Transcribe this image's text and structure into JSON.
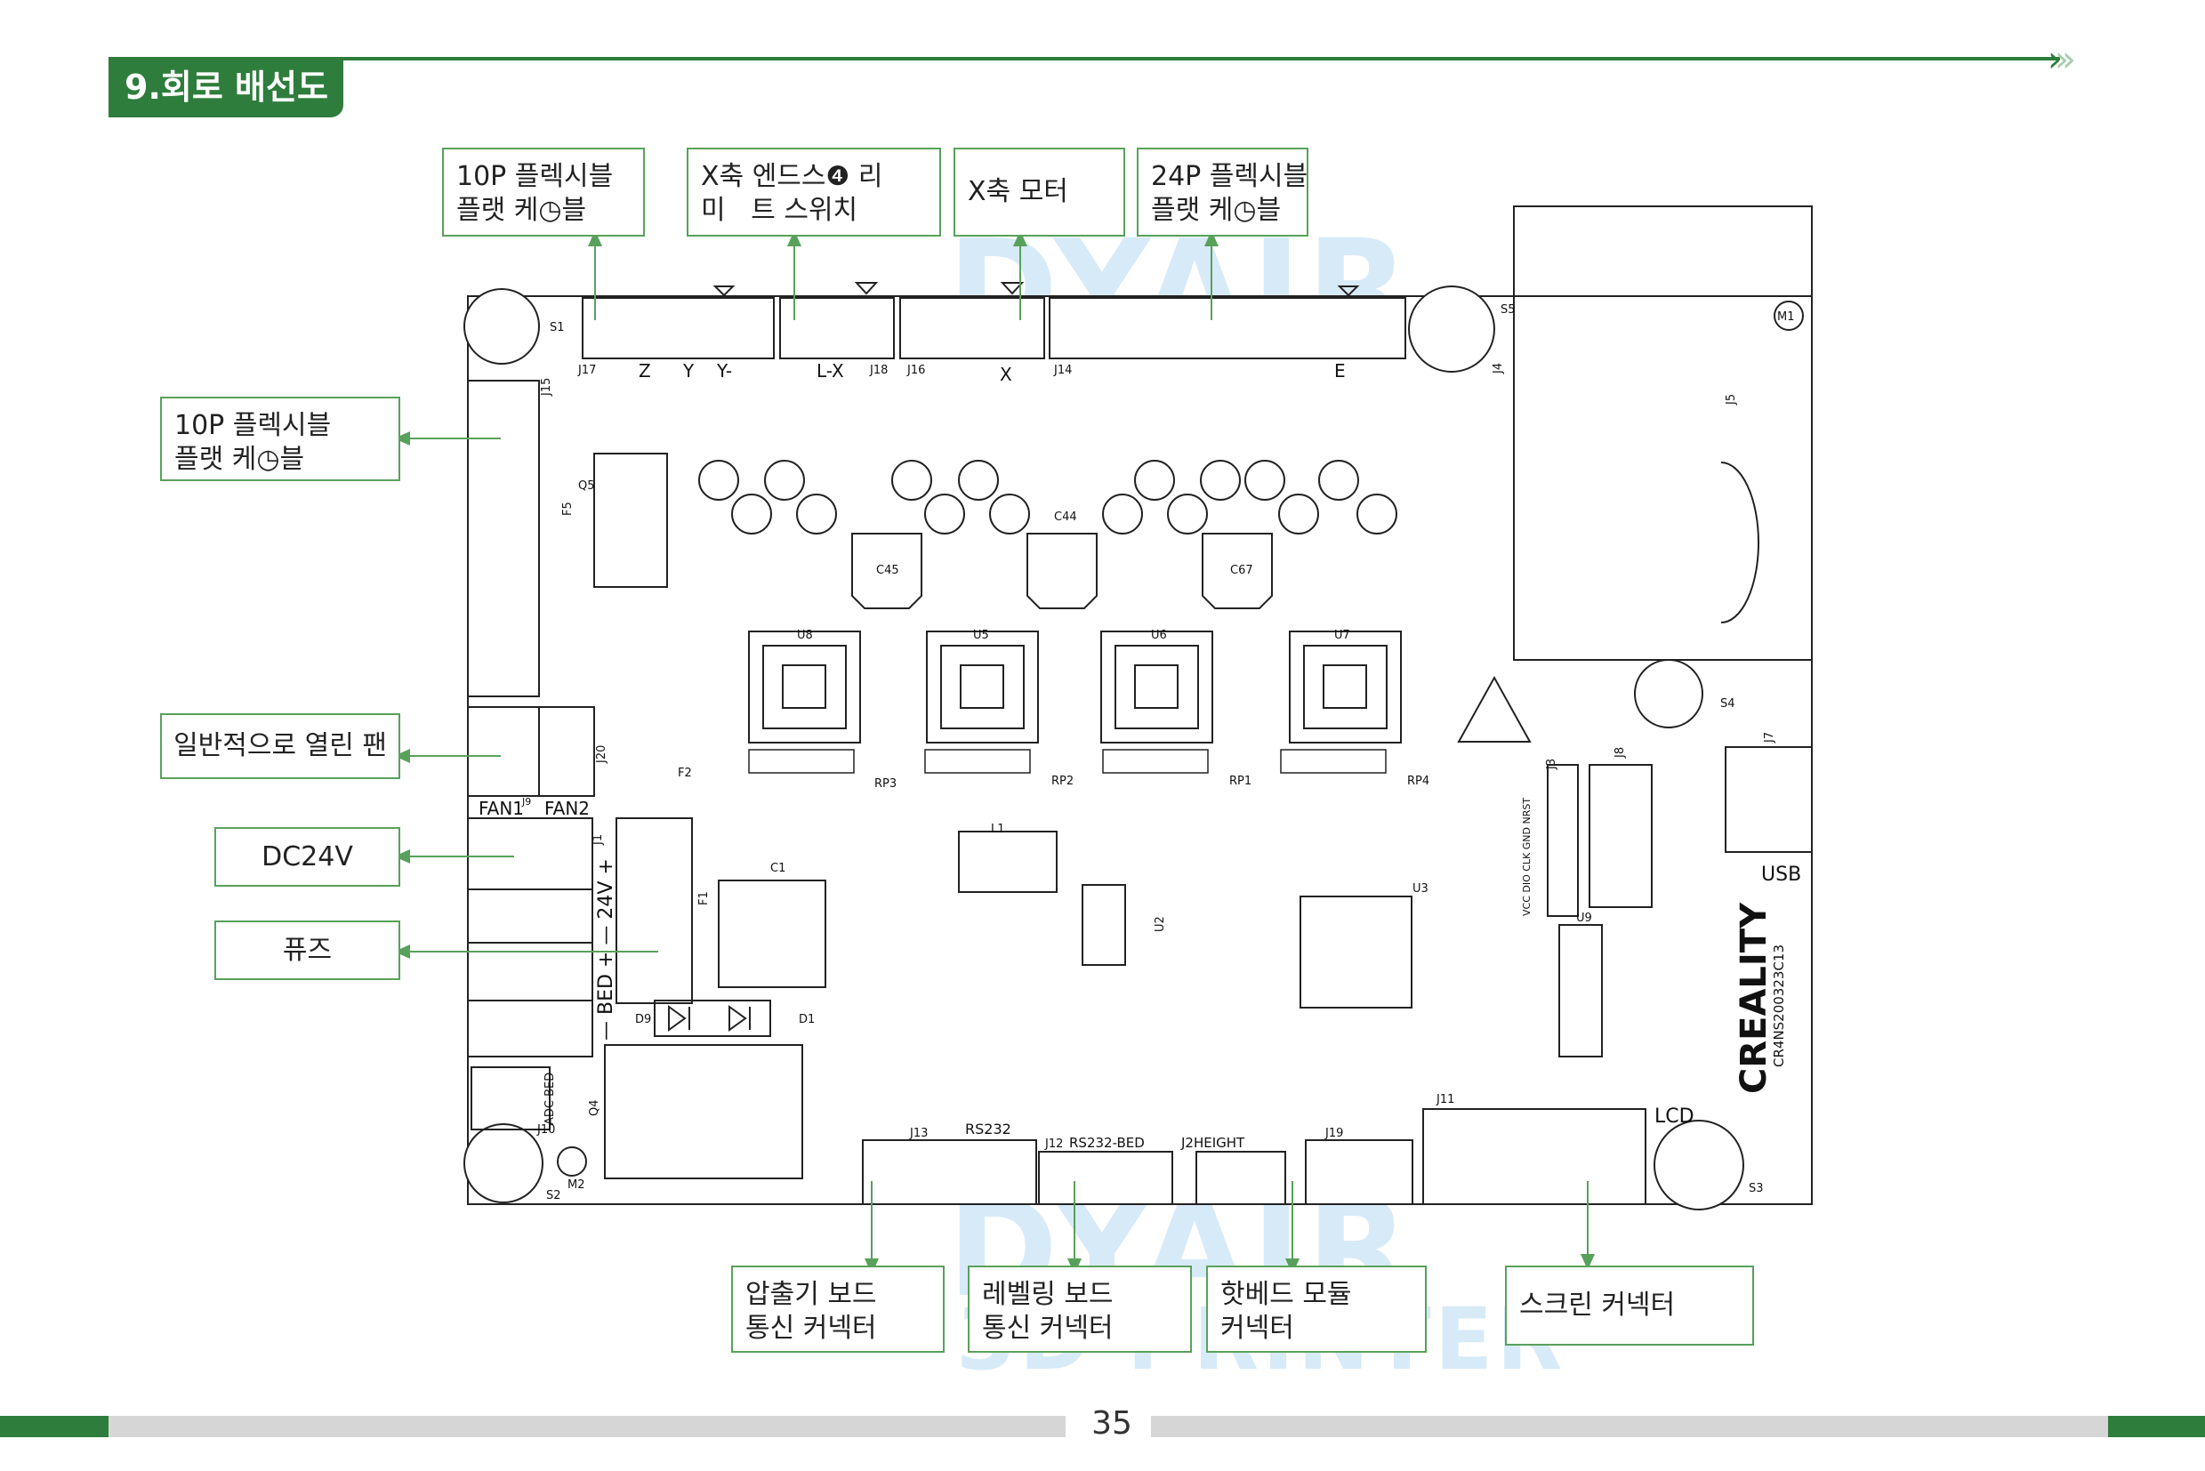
{
  "section": {
    "title": "9.회로 배선도"
  },
  "callouts": {
    "top_10p_flex": "10P 플렉시블\n플랫 케◷블",
    "x_endstop": "X축 엔드스❹ 리\n미   트 스위치",
    "x_motor": "X축 모터",
    "top_24p_flex": "24P 플렉시블\n플랫 케◷블",
    "left_10p_flex": "10P 플렉시블\n플랫 케◷블",
    "fan": "일반적으로 열린 팬",
    "dc24v": "DC24V",
    "fuse": "퓨즈",
    "extruder_comm": "압출기 보드\n통신 커넥터",
    "leveling_comm": "레벨링 보드\n통신 커넥터",
    "hotbed": "핫베드 모듈\n커넥터",
    "screen": "스크린 커넥터"
  },
  "board": {
    "labels": {
      "j17": "J17",
      "z": "Z",
      "y": "Y",
      "y_minus": "Y-",
      "l_x": "L-X",
      "j18": "J18",
      "j16": "J16",
      "x": "X",
      "j14": "J14",
      "e": "E",
      "s1": "S1",
      "s5": "S5",
      "m1": "M1",
      "j15": "J15",
      "j4": "J4",
      "j5": "J5",
      "u8": "U8",
      "u5": "U5",
      "u6": "U6",
      "u7": "U7",
      "c45": "C45",
      "c67": "C67",
      "c44": "C44",
      "rp3": "RP3",
      "rp2": "RP2",
      "rp1": "RP1",
      "rp4": "RP4",
      "fan1": "FAN1",
      "fan2": "FAN2",
      "j9": "J9",
      "j20": "J20",
      "j1": "J1",
      "f1": "F1",
      "f2": "F2",
      "f5": "F5",
      "bed_power": "— BED + — 24V +",
      "adc_bed": "ADC BED",
      "j10": "J10",
      "s2": "S2",
      "m2": "M2",
      "j13": "J13",
      "rs232": "RS232",
      "j12": "J12",
      "rs232_bed": "RS232-BED",
      "j2height": "J2HEIGHT",
      "j19": "J19",
      "j11": "J11",
      "lcd": "LCD",
      "s3": "S3",
      "s4": "S4",
      "j7": "J7",
      "j8": "J8",
      "j3": "J3",
      "u9": "U9",
      "u3": "U3",
      "u2": "U2",
      "usb": "USB",
      "creality": "CREALITY",
      "board_code": "CR4NS200323C13",
      "header_pins": "VCC DIO CLK GND NRST",
      "c1": "C1",
      "l1": "L1",
      "d9": "D9",
      "d1": "D1",
      "q4": "Q4",
      "q5": "Q5"
    }
  },
  "watermark": {
    "brand": "DYAIR",
    "sub": "3D PRINTER"
  },
  "page": {
    "number": "35"
  },
  "colors": {
    "accent": "#2e7d3c",
    "callout_border": "#58a15a",
    "watermark": "#4fa3e0"
  }
}
